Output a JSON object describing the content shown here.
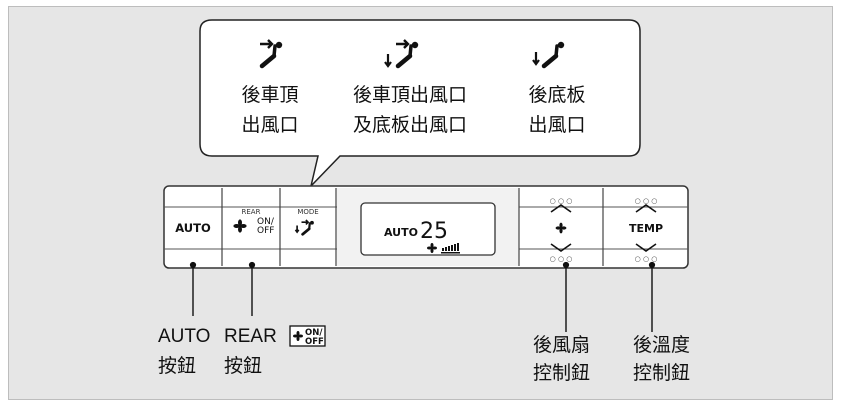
{
  "callout": {
    "roof_label_l1": "後車頂",
    "roof_label_l2": "出風口",
    "roof_floor_label_l1": "後車頂出風口",
    "roof_floor_label_l2": "及底板出風口",
    "floor_label_l1": "後底板",
    "floor_label_l2": "出風口"
  },
  "panel": {
    "auto_button": "AUTO",
    "rear_small": "REAR",
    "rear_on": "ON/",
    "rear_off": "OFF",
    "mode_small": "MODE",
    "display_auto": "AUTO",
    "display_temp": "25",
    "temp_button": "TEMP"
  },
  "labels": {
    "auto_l1": "AUTO",
    "auto_l2": "按鈕",
    "rear_l1": "REAR",
    "rear_badge_on": "ON/",
    "rear_badge_off": "OFF",
    "rear_l2": "按鈕",
    "fan_l1": "後風扇",
    "fan_l2": "控制鈕",
    "temp_l1": "後溫度",
    "temp_l2": "控制鈕"
  },
  "colors": {
    "background": "#e6e6e6",
    "panel": "#ffffff",
    "stroke": "#333333"
  }
}
